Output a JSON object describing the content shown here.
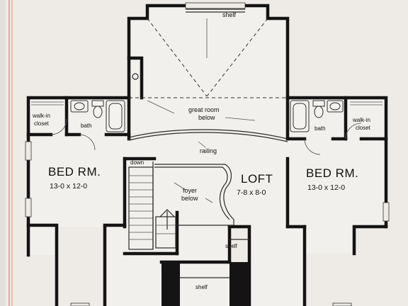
{
  "labels": {
    "shelf_top": "shelf",
    "great_room": "great room",
    "great_room_below": "below",
    "railing": "railing",
    "down": "down",
    "foyer": "foyer",
    "foyer_below": "below",
    "loft": "LOFT",
    "loft_dim": "7-8 x 8-0",
    "bed_left": "BED RM.",
    "bed_left_dim": "13-0 x 12-0",
    "bed_right": "BED RM.",
    "bed_right_dim": "13-0 x 12-0",
    "walkin_left_1": "walk-in",
    "walkin_left_2": "closet",
    "bath_left": "bath",
    "bath_right": "bath",
    "walkin_right_1": "walk-in",
    "walkin_right_2": "closet",
    "shelf_right": "shelf",
    "shelf_bottom": "shelf"
  },
  "colors": {
    "paper": "#f2f0ed",
    "wall": "#141414",
    "margin_line": "#d97a6a"
  }
}
